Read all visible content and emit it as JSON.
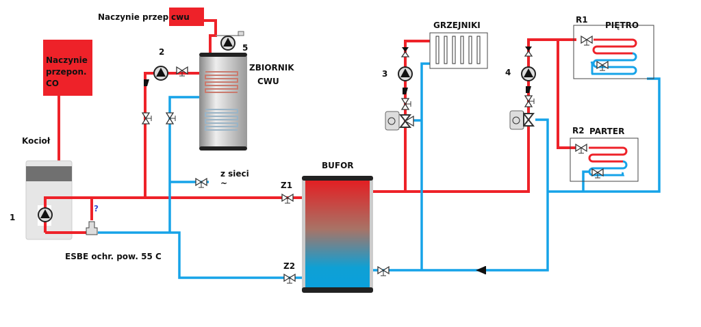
{
  "labels": {
    "expansion_co": [
      "Naczynie",
      "przepon.",
      "CO"
    ],
    "expansion_cwu_prefix": "Naczynie przep.",
    "expansion_cwu_box": "cwu",
    "boiler": "Kocioł",
    "pump1": "1",
    "pump2": "2",
    "pump3": "3",
    "pump4": "4",
    "pump5": "5",
    "tank_cwu": [
      "ZBIORNIK",
      "CWU"
    ],
    "mains": "z sieci",
    "mains_symbol": "~",
    "question": "?",
    "esbe": "ESBE ochr. pow. 55 C",
    "buffer": "BUFOR",
    "z1": "Z1",
    "z2": "Z2",
    "radiators": "GRZEJNIKI",
    "r1": "R1",
    "r2": "R2",
    "floor_upper": "PIĘTRO",
    "floor_ground": "PARTER"
  },
  "colors": {
    "supply": "#ee2229",
    "return": "#16a3e8",
    "expansion_vessel": "#ee2229"
  }
}
